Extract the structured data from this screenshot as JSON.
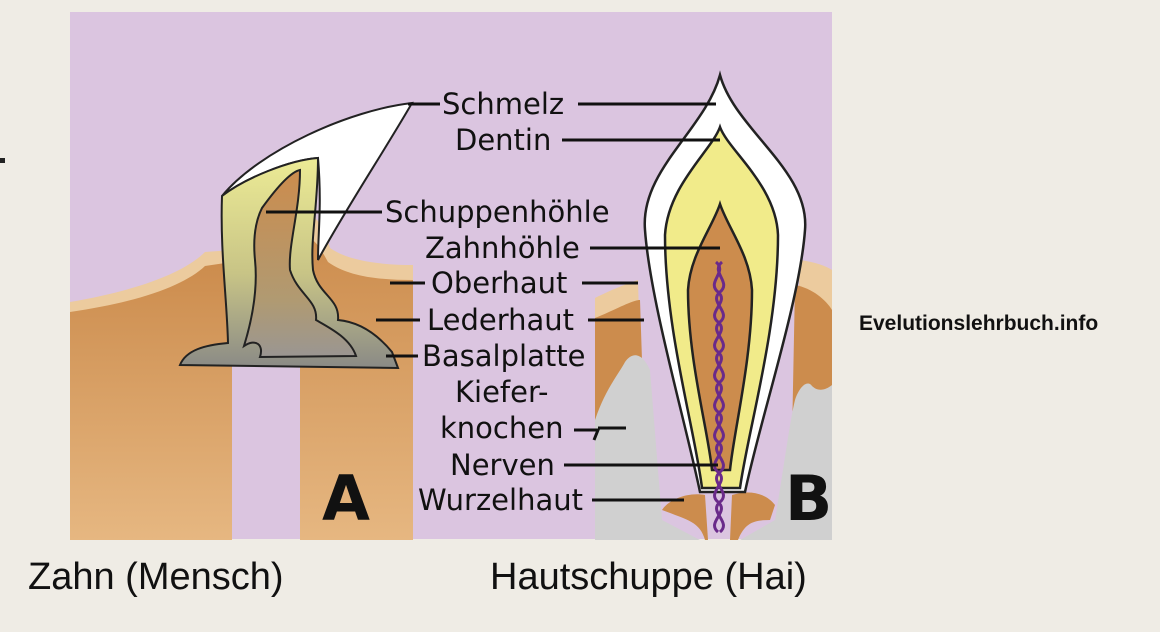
{
  "labels": {
    "schmelz": "Schmelz",
    "dentin": "Dentin",
    "schuppenhoehle": "Schuppenhöhle",
    "zahnhoehle": "Zahnhöhle",
    "oberhaut": "Oberhaut",
    "lederhaut": "Lederhaut",
    "basalplatte": "Basalplatte",
    "kiefer_line1": "Kiefer-",
    "kiefer_line2": "knochen",
    "nerven": "Nerven",
    "wurzelhaut": "Wurzelhaut"
  },
  "panels": {
    "a_letter": "A",
    "b_letter": "B"
  },
  "captions": {
    "a": "Zahn (Mensch)",
    "b": "Hautschuppe (Hai)"
  },
  "watermark": "Evelutionslehrbuch.info",
  "colors": {
    "page_background": "#efece5",
    "figure_background": "#dbc5e0",
    "epidermis": "#eccb9e",
    "dermis": "#cc8c4d",
    "bone": "#d0d0d0",
    "dentin": "#f1eb8a",
    "enamel": "#ffffff",
    "nerve": "#6a2a8a"
  }
}
